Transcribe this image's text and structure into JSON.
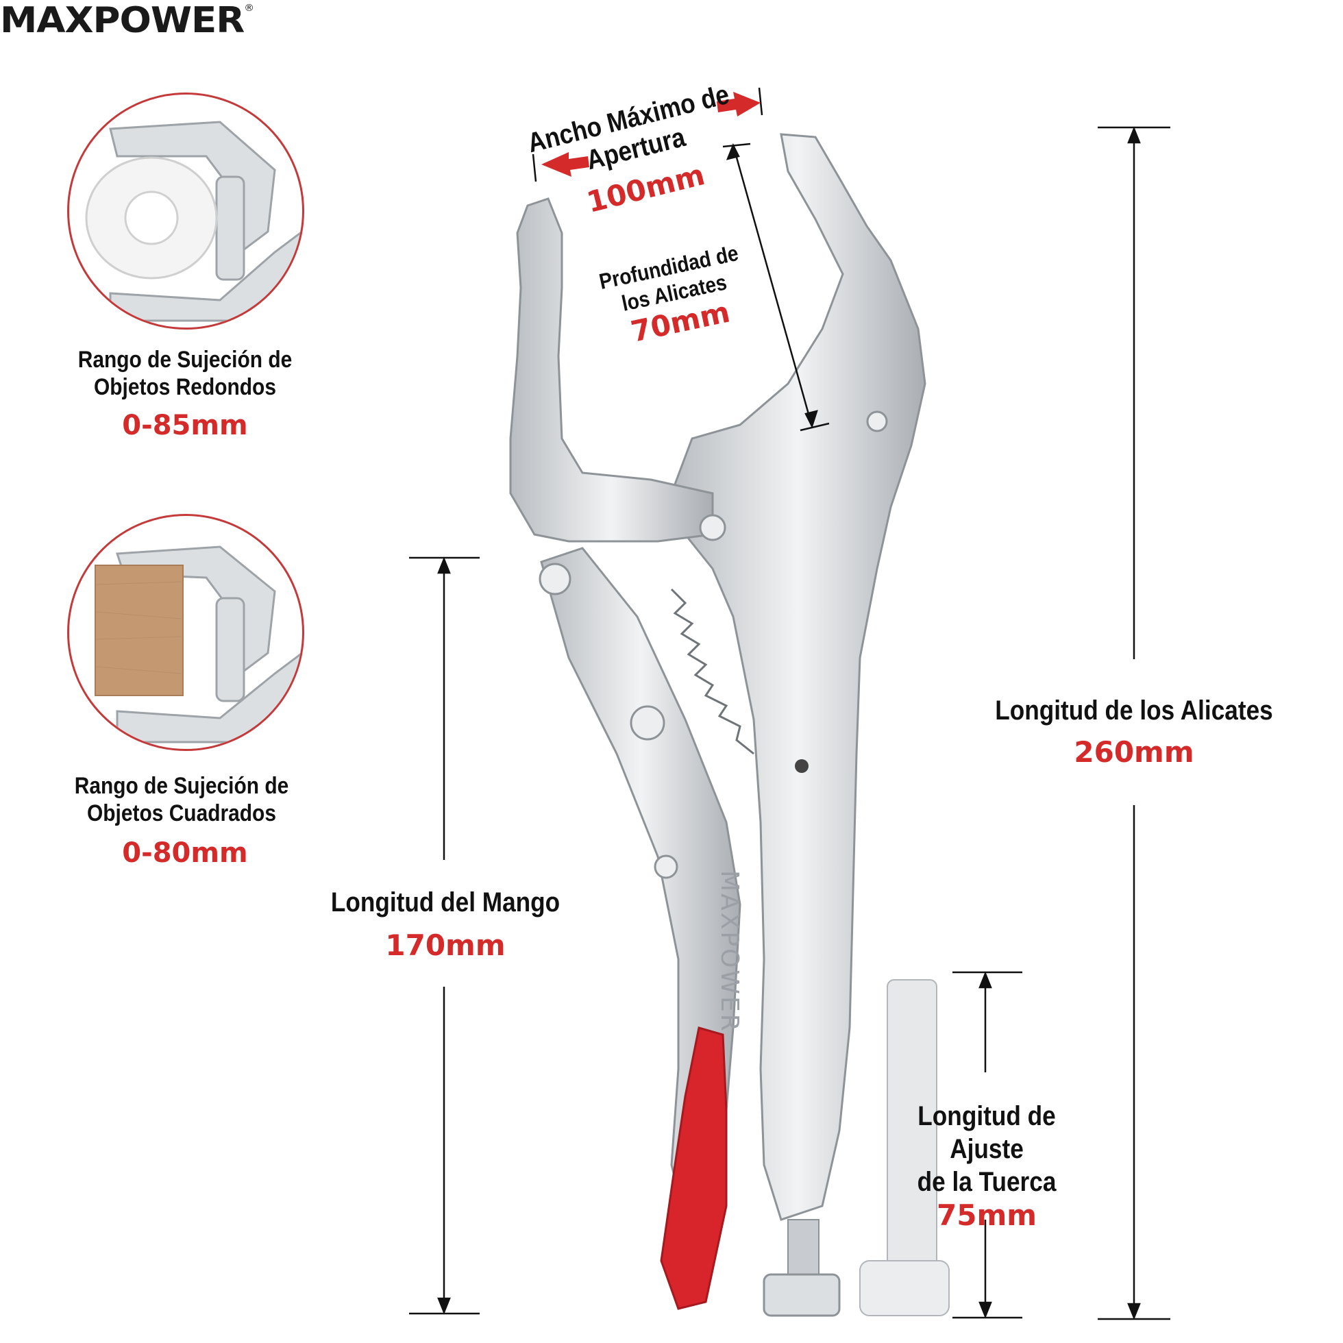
{
  "brand": {
    "logo": "MAXPOWER",
    "mark": "®",
    "tool_engraving": "MAXPOWER"
  },
  "insets": [
    {
      "label_line1": "Rango de Sujeción de",
      "label_line2": "Objetos Redondos",
      "value": "0-85mm"
    },
    {
      "label_line1": "Rango de Sujeción de",
      "label_line2": "Objetos Cuadrados",
      "value": "0-80mm"
    }
  ],
  "dimensions": {
    "max_opening": {
      "label": "Ancho Máximo de Apertura",
      "value": "100mm"
    },
    "jaw_depth": {
      "label_line1": "Profundidad de",
      "label_line2": "los Alicates",
      "value": "70mm"
    },
    "handle_length": {
      "label": "Longitud del Mango",
      "value": "170mm"
    },
    "plier_length": {
      "label": "Longitud de los Alicates",
      "value": "260mm"
    },
    "nut_adjust": {
      "label_line1": "Longitud de Ajuste",
      "label_line2": "de la Tuerca",
      "value": "75mm"
    }
  },
  "colors": {
    "accent_red": "#d42a2a",
    "circle_border": "#c43a3a",
    "handle_grip": "#d8242b",
    "metal": "#d9dcdf"
  }
}
